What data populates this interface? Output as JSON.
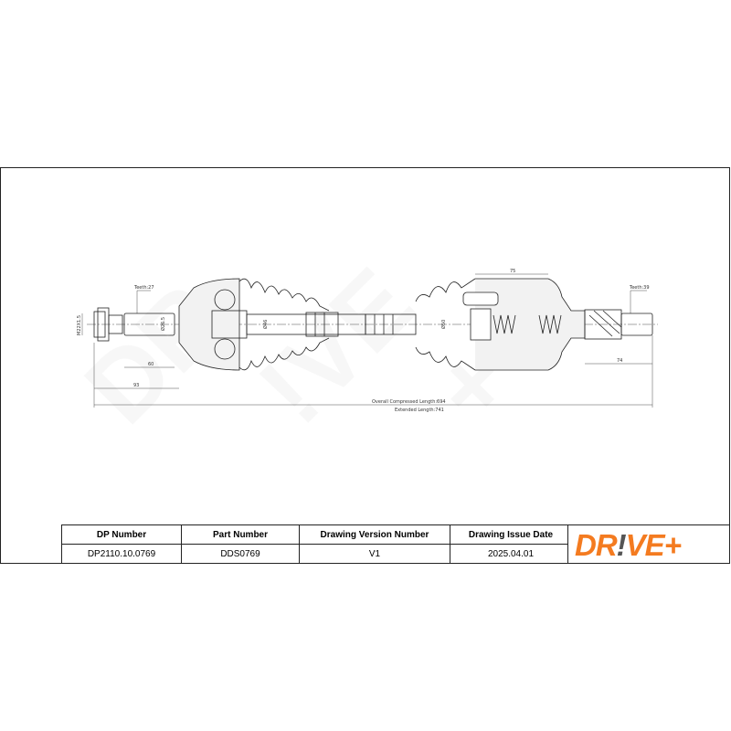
{
  "drawing": {
    "labels": {
      "teeth_left": "Teeth:27",
      "thread": "M22X1.5",
      "dia_left": "Ø26.5",
      "dia_boot_left": "Ø46",
      "len_60": "60",
      "len_93": "93",
      "dia_right_boot": "Ø50",
      "len_75": "75",
      "teeth_right": "Teeth:39",
      "len_74": "74",
      "overall": "Overall Compressed Length:694",
      "extended": "Extended Length:741"
    },
    "watermark": "DRIVE+"
  },
  "title_block": {
    "headers": [
      "DP Number",
      "Part Number",
      "Drawing Version Number",
      "Drawing Issue Date"
    ],
    "values": [
      "DP2110.10.0769",
      "DDS0769",
      "V1",
      "2025.04.01"
    ]
  },
  "logo": {
    "text": "DR!VE+",
    "color": "#f47b20",
    "accent": "#555555"
  }
}
